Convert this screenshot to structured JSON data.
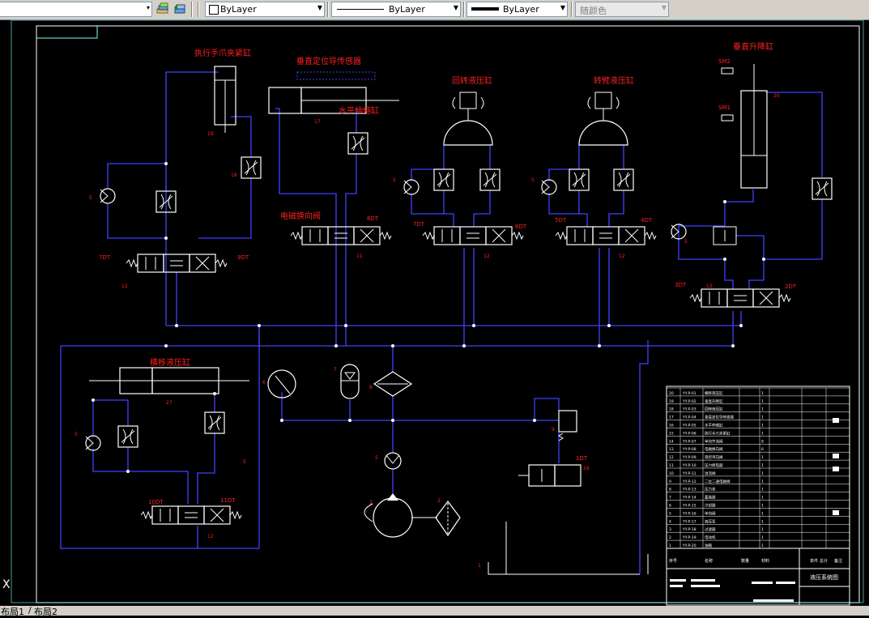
{
  "toolbar": {
    "layer_dropdown_arrow": "▾",
    "color_control": "ByLayer",
    "linetype_control": "ByLayer",
    "lineweight_control": "ByLayer",
    "plotstyle_control": "随颜色"
  },
  "drawing": {
    "labels": {
      "jack_cyl": "执行手爪夹紧缸",
      "pos_sensor": "垂直定位导传感器",
      "horiz_cyl": "水平伸缩缸",
      "em_valve": "电磁换向阀",
      "rot_cyl_a": "回转液压缸",
      "rot_cyl_b": "转臂液压缸",
      "lift_cyl": "垂直升降缸",
      "sm2": "SM2",
      "sm1": "SM1",
      "feed_cyl": "横移液压缸"
    },
    "solenoids": {
      "v_left_l": "7DT",
      "v_left_r": "9DT",
      "v_mid_r": "8DT",
      "v_c_l": "7DT",
      "v_c_r": "6DT",
      "v_d_l": "5DT",
      "v_d_r": "4DT",
      "v_right_l": "3DT",
      "v_right_r": "2DT",
      "v_low_l": "10DT",
      "v_low_r": "11DT",
      "v_pump": "1DT"
    },
    "numbers": {
      "n12a": "12",
      "n11": "11",
      "n12b": "12",
      "n12c": "12",
      "n12d": "12",
      "n12e": "12",
      "n19": "19",
      "n17": "17",
      "n20": "20",
      "n27": "27",
      "n18": "18",
      "n5a": "5",
      "n5b": "5",
      "n5c": "5",
      "n5d": "5",
      "n5e": "5",
      "n5f": "5",
      "n5g": "5",
      "n6": "6",
      "n7": "7",
      "n8": "8",
      "n9": "9",
      "n3": "3",
      "n2": "2",
      "n1": "1",
      "n16": "16"
    }
  },
  "title_block": {
    "title": "液压系统图",
    "footer_labels": [
      "序号",
      "名称",
      "数量",
      "材料",
      "单件",
      "总计",
      "备注"
    ],
    "rows": [
      {
        "code": "YY-P-01",
        "name": "横移液压缸",
        "qty": "1"
      },
      {
        "code": "YY-P-02",
        "name": "垂直升降缸",
        "qty": "1"
      },
      {
        "code": "YY-P-03",
        "name": "回转液压缸",
        "qty": "1"
      },
      {
        "code": "YY-P-04",
        "name": "垂直定位导传感器",
        "qty": "1"
      },
      {
        "code": "YY-P-05",
        "name": "水平伸缩缸",
        "qty": "1"
      },
      {
        "code": "YY-P-06",
        "name": "执行手爪夹紧缸",
        "qty": "1"
      },
      {
        "code": "YY-P-07",
        "name": "单向节流阀",
        "qty": "8"
      },
      {
        "code": "YY-P-08",
        "name": "电磁换向阀",
        "qty": "6"
      },
      {
        "code": "YY-P-09",
        "name": "液控单向阀",
        "qty": "1"
      },
      {
        "code": "YY-P-10",
        "name": "压力继电器",
        "qty": "1"
      },
      {
        "code": "YY-P-11",
        "name": "溢流阀",
        "qty": "1"
      },
      {
        "code": "YY-P-12",
        "name": "二位二通电磁阀",
        "qty": "1"
      },
      {
        "code": "YY-P-13",
        "name": "压力表",
        "qty": "1"
      },
      {
        "code": "YY-P-14",
        "name": "蓄能器",
        "qty": "1"
      },
      {
        "code": "YY-P-15",
        "name": "冷却器",
        "qty": "1"
      },
      {
        "code": "YY-P-16",
        "name": "单向阀",
        "qty": "1"
      },
      {
        "code": "YY-P-17",
        "name": "液压泵",
        "qty": "1"
      },
      {
        "code": "YY-P-18",
        "name": "过滤器",
        "qty": "1"
      },
      {
        "code": "YY-P-19",
        "name": "电动机",
        "qty": "1"
      },
      {
        "code": "YY-P-20",
        "name": "油箱",
        "qty": "1"
      }
    ]
  },
  "layout_tabs": {
    "tab1": "布局1",
    "tab2": "布局2"
  },
  "ucs_icon": "X"
}
